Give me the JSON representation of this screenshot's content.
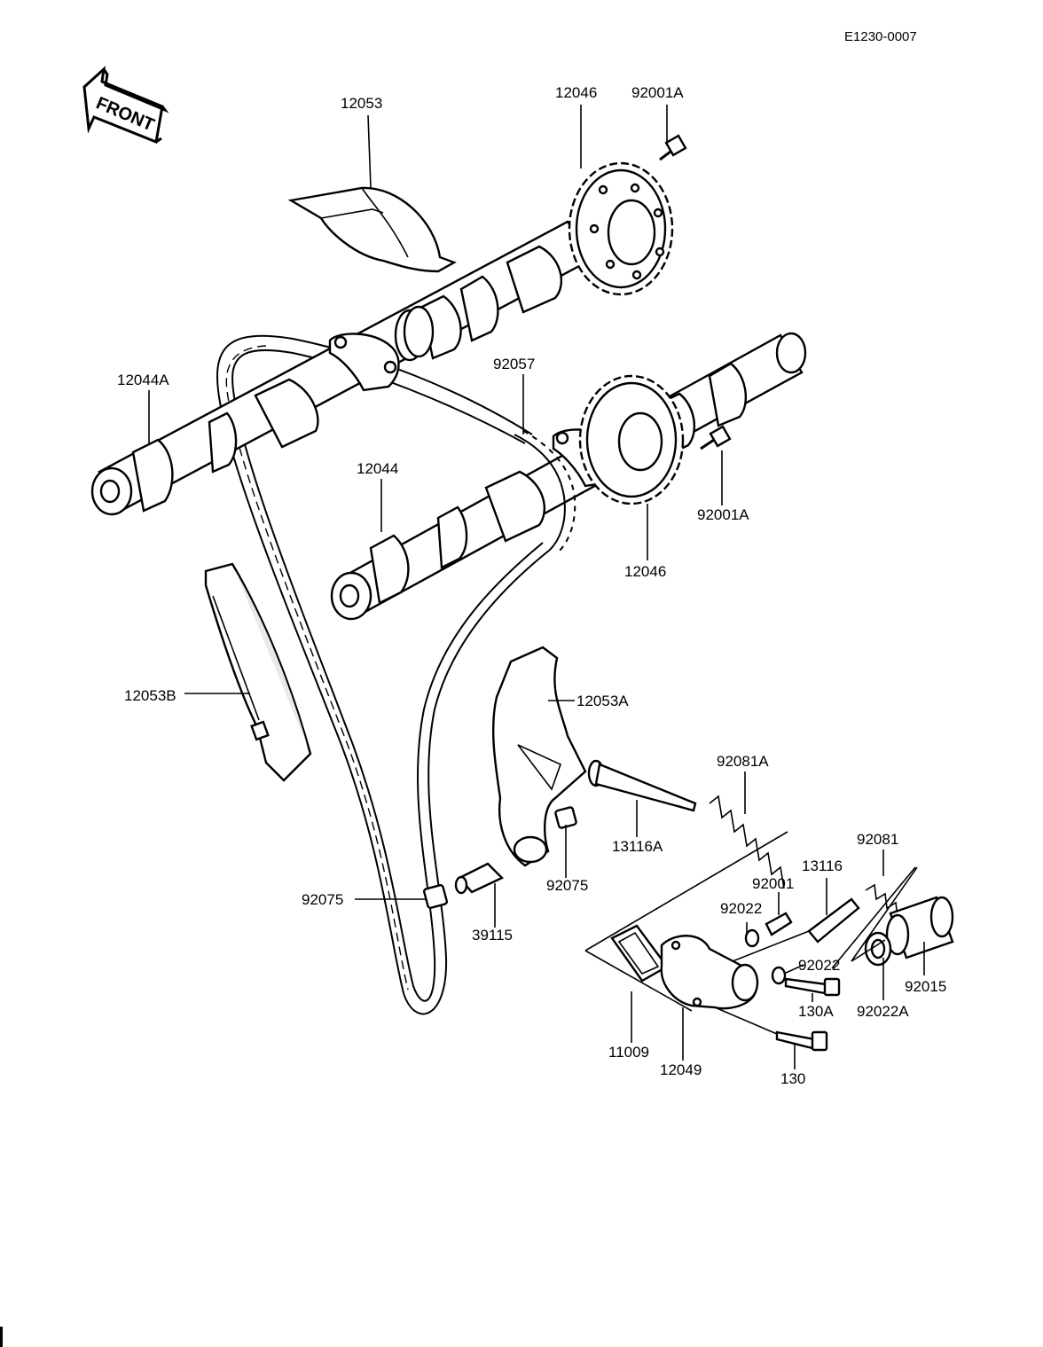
{
  "diagram_id": "E1230-0007",
  "front_arrow": {
    "label": "FRONT"
  },
  "labels": {
    "p12053": "12053",
    "p12046_top": "12046",
    "p92001A_top": "92001A",
    "p12044A": "12044A",
    "p92057": "92057",
    "p12044": "12044",
    "p92001A_right": "92001A",
    "p12046_bottom": "12046",
    "p12053B": "12053B",
    "p12053A": "12053A",
    "p92081A": "92081A",
    "p13116A": "13116A",
    "p92081": "92081",
    "p13116": "13116",
    "p92001": "92001",
    "p92022_upper": "92022",
    "p92075_right": "92075",
    "p92075_left": "92075",
    "p39115": "39115",
    "p92022_lower": "92022",
    "p92015": "92015",
    "p130A": "130A",
    "p92022A": "92022A",
    "p11009": "11009",
    "p12049": "12049",
    "p130": "130"
  }
}
